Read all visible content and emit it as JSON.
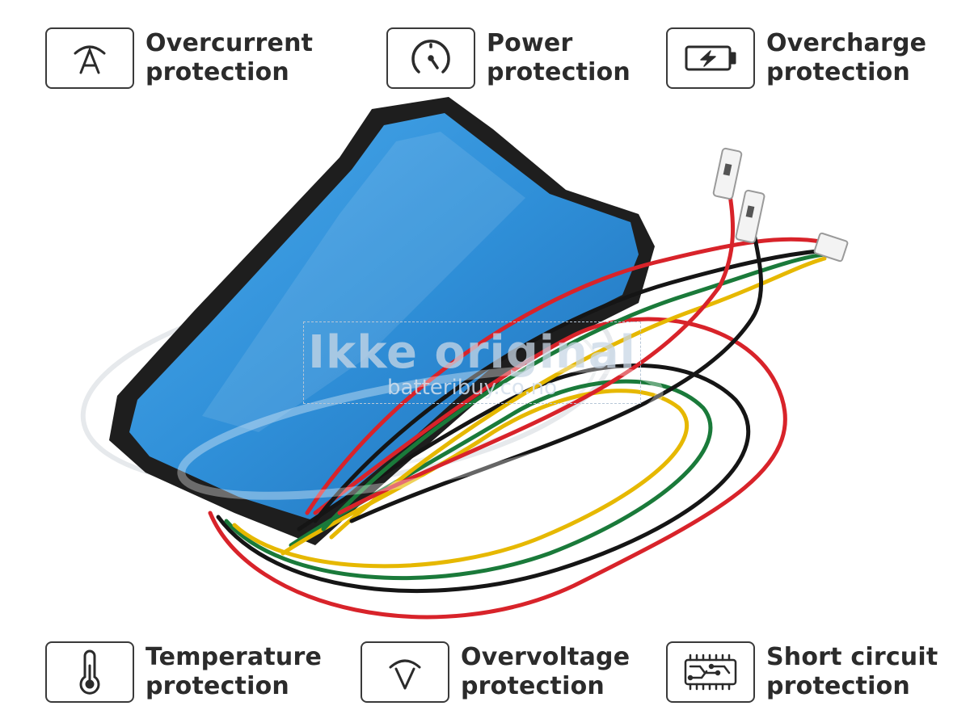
{
  "features": [
    {
      "id": "overcurrent",
      "icon": "ampere-icon",
      "line1": "Overcurrent",
      "line2": "protection"
    },
    {
      "id": "power",
      "icon": "gauge-icon",
      "line1": "Power",
      "line2": "protection"
    },
    {
      "id": "overcharge",
      "icon": "battery-charging-icon",
      "line1": "Overcharge",
      "line2": "protection"
    },
    {
      "id": "temperature",
      "icon": "thermometer-icon",
      "line1": "Temperature",
      "line2": "protection"
    },
    {
      "id": "overvoltage",
      "icon": "voltage-icon",
      "line1": "Overvoltage",
      "line2": "protection"
    },
    {
      "id": "short_circuit",
      "icon": "circuit-board-icon",
      "line1": "Short circuit",
      "line2": "protection"
    }
  ],
  "watermark": {
    "main": "Ikke original",
    "sub": "batteribuy.co.no"
  },
  "colors": {
    "pack_blue": "#2f8fd8",
    "frame_black": "#1e1e1e",
    "wire_red": "#d8232a",
    "wire_black": "#151515",
    "wire_green": "#1a7a3a",
    "wire_yellow": "#e6b800",
    "border": "#3a3a3a"
  }
}
